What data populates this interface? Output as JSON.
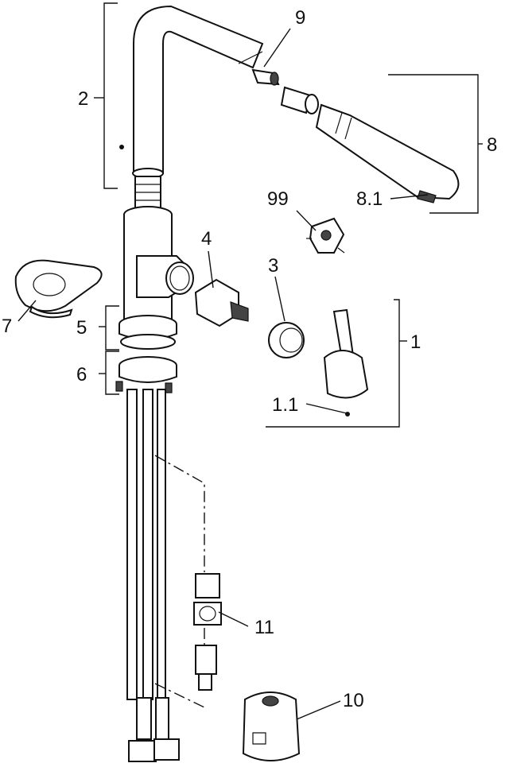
{
  "labels": {
    "l1": "1",
    "l1_1": "1.1",
    "l2": "2",
    "l3": "3",
    "l4": "4",
    "l5": "5",
    "l6": "6",
    "l7": "7",
    "l8": "8",
    "l8_1": "8.1",
    "l9": "9",
    "l10": "10",
    "l11": "11",
    "l99": "99"
  }
}
